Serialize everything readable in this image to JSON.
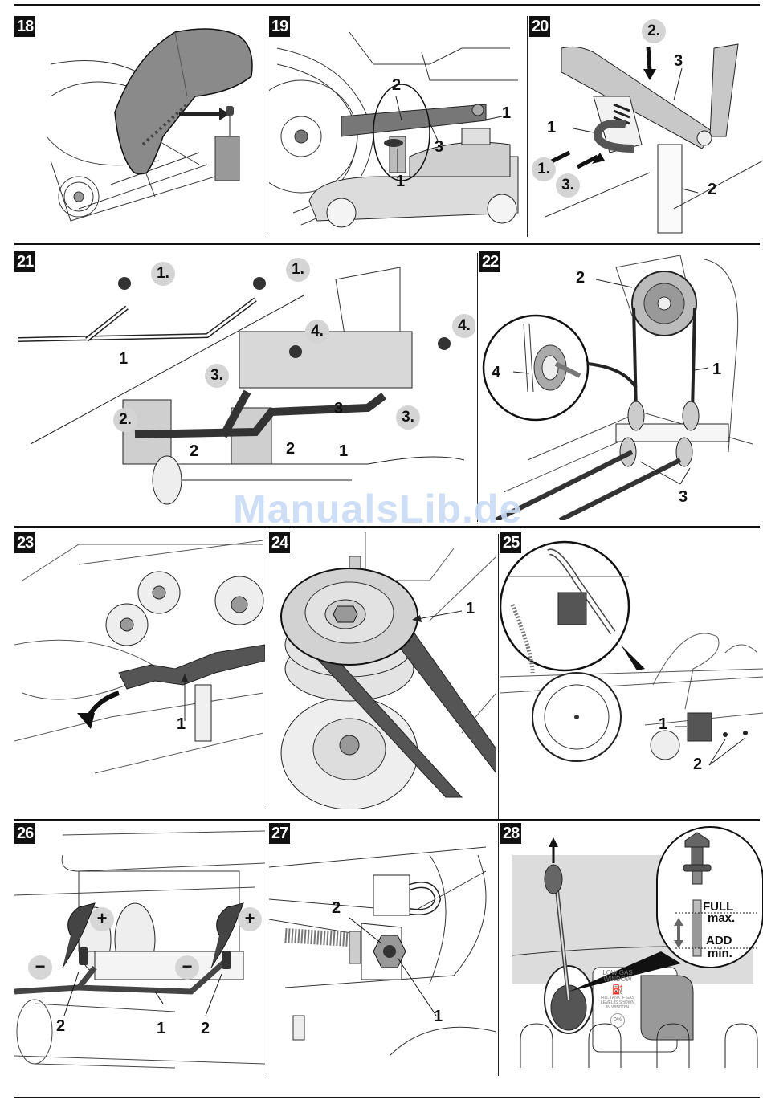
{
  "page": {
    "watermark": "ManualsLib.de"
  },
  "figures": [
    {
      "number": "18",
      "callouts": []
    },
    {
      "number": "19",
      "callouts": [
        "1",
        "1",
        "2",
        "3"
      ]
    },
    {
      "number": "20",
      "callouts": [
        "1",
        "2",
        "3"
      ],
      "steps": [
        "1.",
        "2.",
        "3."
      ]
    },
    {
      "number": "21",
      "callouts": [
        "1",
        "1",
        "2",
        "2",
        "3"
      ],
      "steps": [
        "1.",
        "1.",
        "2.",
        "3.",
        "3.",
        "4.",
        "4."
      ]
    },
    {
      "number": "22",
      "callouts": [
        "1",
        "2",
        "3",
        "4"
      ]
    },
    {
      "number": "23",
      "callouts": [
        "1"
      ]
    },
    {
      "number": "24",
      "callouts": [
        "1"
      ]
    },
    {
      "number": "25",
      "callouts": [
        "1",
        "2"
      ]
    },
    {
      "number": "26",
      "callouts": [
        "1",
        "2",
        "2"
      ],
      "signs": [
        "+",
        "+",
        "−",
        "−"
      ]
    },
    {
      "number": "27",
      "callouts": [
        "1",
        "2"
      ]
    },
    {
      "number": "28",
      "callouts": [],
      "dipstick": {
        "full": "FULL",
        "max": "max.",
        "add": "ADD",
        "min": "min."
      },
      "decal": {
        "title_line1": "LOW GAS",
        "title_line2": "WINDOW",
        "text_line1": "FILL TANK IF GAS",
        "text_line2": "LEVEL IS SHOWN",
        "text_line3": "IN WINDOW",
        "percent": "0%"
      }
    }
  ]
}
